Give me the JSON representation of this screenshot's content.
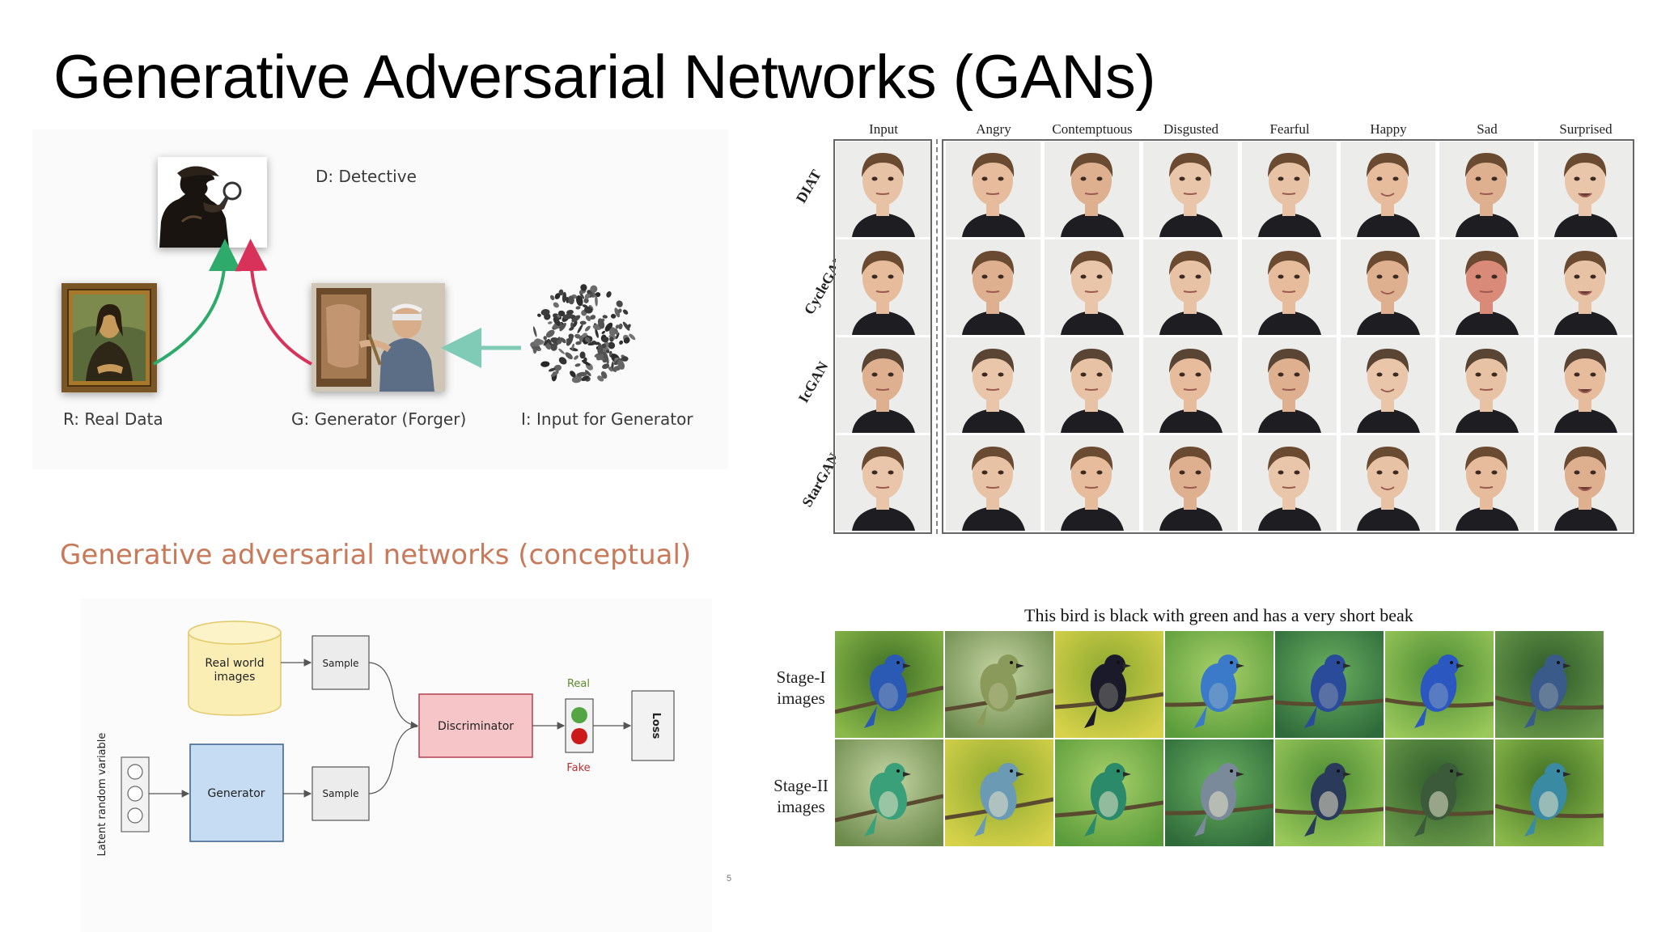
{
  "slide": {
    "title": "Generative Adversarial Networks (GANs)",
    "page_number": "5"
  },
  "analogy": {
    "detective_label": "D: Detective",
    "real_label": "R: Real Data",
    "generator_label": "G: Generator (Forger)",
    "input_label": "I: Input for Generator"
  },
  "faces": {
    "columns": [
      "Input",
      "Angry",
      "Contemptuous",
      "Disgusted",
      "Fearful",
      "Happy",
      "Sad",
      "Surprised"
    ],
    "rows": [
      "DIAT",
      "CycleGAN",
      "IcGAN",
      "StarGAN"
    ]
  },
  "concept": {
    "title": "Generative adversarial networks (conceptual)",
    "real_world_line1": "Real world",
    "real_world_line2": "images",
    "sample_top": "Sample",
    "sample_bottom": "Sample",
    "generator": "Generator",
    "discriminator": "Discriminator",
    "real": "Real",
    "fake": "Fake",
    "loss": "Loss",
    "latent": "Latent random variable"
  },
  "birds": {
    "caption": "This bird is black with green and has a very short beak",
    "stage1_line1": "Stage-I",
    "stage1_line2": "images",
    "stage2_line1": "Stage-II",
    "stage2_line2": "images"
  },
  "colors": {
    "concept_title": "#c8795a",
    "arrow_green": "#2eaa6a",
    "arrow_red": "#d8325a",
    "arrow_teal": "#7fcbb5",
    "real_db": "#fbeeb5",
    "generator_box": "#c6dcf2",
    "discriminator_box": "#f6c5c8",
    "real_light": "#55a545",
    "fake_light": "#cc1a1a",
    "real_text": "#5e8a2e",
    "fake_text": "#b83030"
  }
}
